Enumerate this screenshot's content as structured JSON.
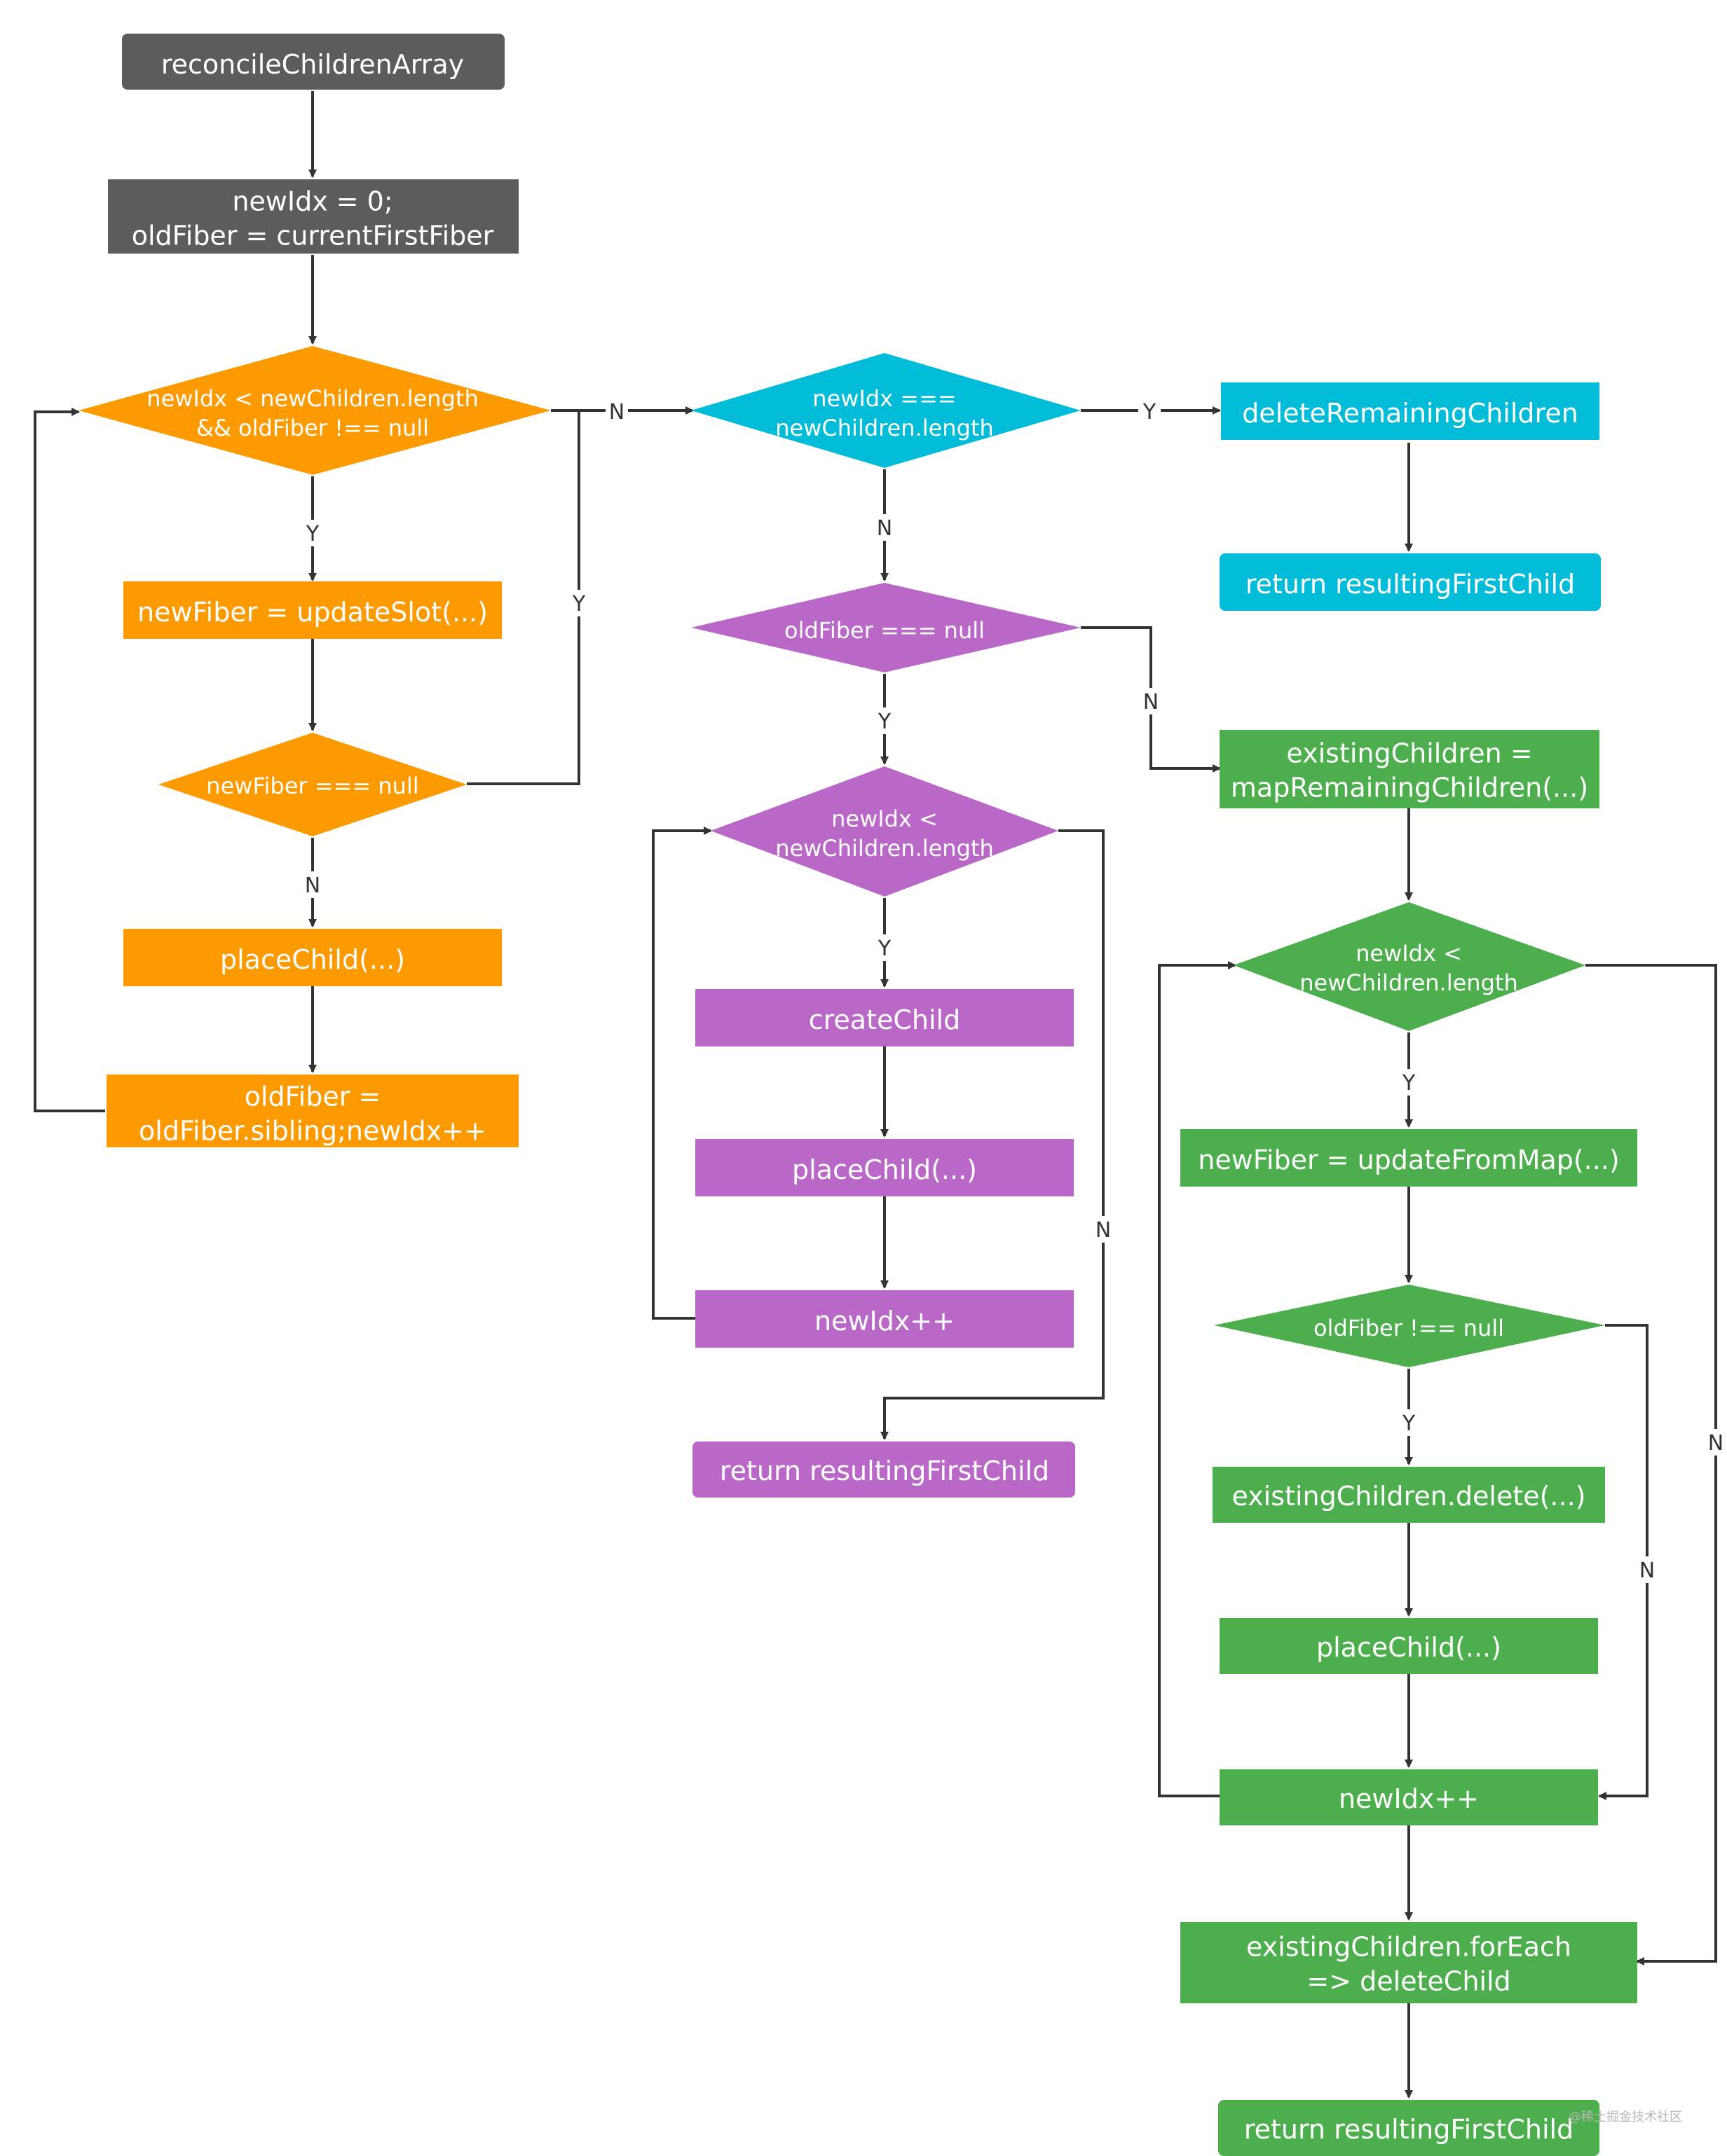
{
  "colors": {
    "dark": "#5c5c5c",
    "orange": "#fd9a00",
    "cyan": "#00bcd9",
    "purple": "#b968c8",
    "green": "#4cae4c",
    "edge": "#333333"
  },
  "nodes": {
    "start": {
      "text": "reconcileChildrenArray"
    },
    "init": {
      "text": "newIdx = 0;\noldFiber = currentFirstFiber"
    },
    "loop1_cond": {
      "text": "newIdx < newChildren.length\n&& oldFiber !== null"
    },
    "update_slot": {
      "text": "newFiber = updateSlot(...)"
    },
    "newfiber_null": {
      "text": "newFiber === null"
    },
    "place_child_1": {
      "text": "placeChild(...)"
    },
    "advance_old": {
      "text": "oldFiber =\noldFiber.sibling;newIdx++"
    },
    "idx_eq_len": {
      "text": "newIdx ===\nnewChildren.length"
    },
    "delete_remaining": {
      "text": "deleteRemainingChildren"
    },
    "return_1": {
      "text": "return resultingFirstChild"
    },
    "oldfiber_null": {
      "text": "oldFiber === null"
    },
    "loop2_cond": {
      "text": "newIdx <\nnewChildren.length"
    },
    "create_child": {
      "text": "createChild"
    },
    "place_child_2": {
      "text": "placeChild(...)"
    },
    "inc_2": {
      "text": "newIdx++"
    },
    "return_2": {
      "text": "return resultingFirstChild"
    },
    "map_remaining": {
      "text": "existingChildren =\nmapRemainingChildren(...)"
    },
    "loop3_cond": {
      "text": "newIdx <\nnewChildren.length"
    },
    "update_from_map": {
      "text": "newFiber = updateFromMap(...)"
    },
    "oldfiber_not_null": {
      "text": "oldFiber !== null"
    },
    "existing_delete": {
      "text": "existingChildren.delete(...)"
    },
    "place_child_3": {
      "text": "placeChild(...)"
    },
    "inc_3": {
      "text": "newIdx++"
    },
    "foreach_delete": {
      "text": "existingChildren.forEach\n=> deleteChild"
    },
    "return_3": {
      "text": "return resultingFirstChild"
    }
  },
  "edges": {
    "yes": "Y",
    "no": "N"
  },
  "watermark": "@稀土掘金技术社区"
}
